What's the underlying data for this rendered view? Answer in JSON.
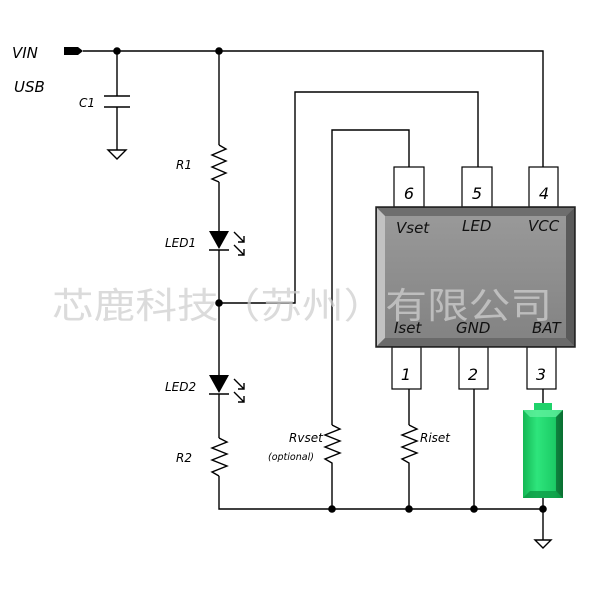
{
  "diagram": {
    "type": "circuit-schematic",
    "input": {
      "label_line1": "VIN",
      "label_line2": "USB"
    },
    "components": {
      "c1": "C1",
      "r1": "R1",
      "led1": "LED1",
      "led2": "LED2",
      "r2": "R2",
      "rvset": "Rvset",
      "rvset_note": "(optional)",
      "riset": "Riset"
    },
    "chip": {
      "top_pins": [
        {
          "number": "6",
          "name": "Vset"
        },
        {
          "number": "5",
          "name": "LED"
        },
        {
          "number": "4",
          "name": "VCC"
        }
      ],
      "bottom_pins": [
        {
          "number": "1",
          "name": "Iset"
        },
        {
          "number": "2",
          "name": "GND"
        },
        {
          "number": "3",
          "name": "BAT"
        }
      ],
      "body_color": "#8c8c8c"
    },
    "battery": {
      "color": "#1fd26a"
    },
    "watermark": "芯鹿科技（苏州）有限公司"
  }
}
